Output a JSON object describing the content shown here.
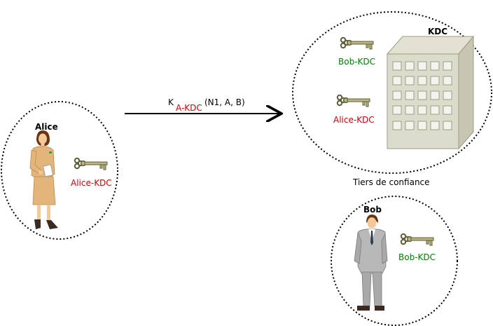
{
  "alice": {
    "name": "Alice",
    "key_label": "Alice-KDC"
  },
  "kdc": {
    "name": "KDC",
    "caption": "Tiers de confiance",
    "keys": [
      {
        "label": "Bob-KDC"
      },
      {
        "label": "Alice-KDC"
      }
    ]
  },
  "bob": {
    "name": "Bob",
    "key_label": "Bob-KDC"
  },
  "message": {
    "prefix": "K",
    "subscript": "A-KDC",
    "content": "(N1, A, B)"
  },
  "colors": {
    "alice_key": "#cc0000",
    "bob_key": "#008000",
    "dotted_circle": "#000000"
  }
}
